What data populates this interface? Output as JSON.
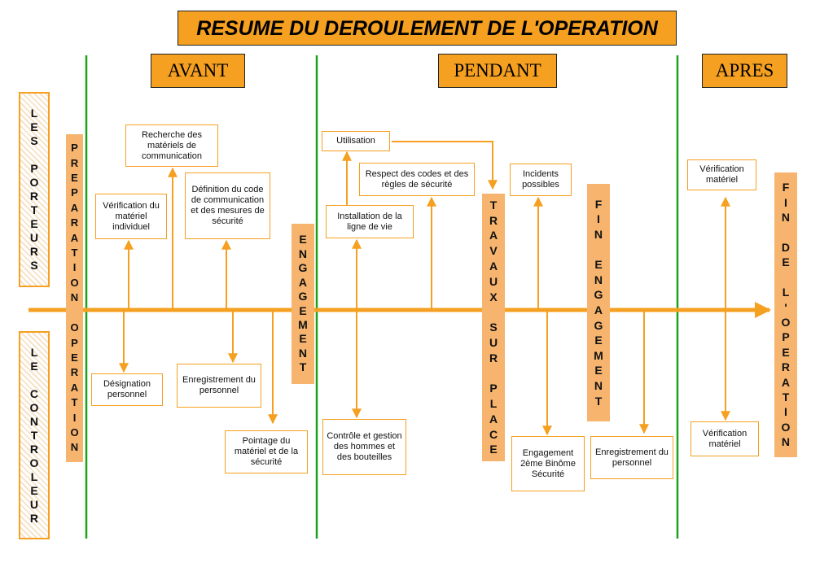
{
  "title": "RESUME DU DEROULEMENT DE L'OPERATION",
  "phases": {
    "avant": "AVANT",
    "pendant": "PENDANT",
    "apres": "APRES"
  },
  "left_labels": {
    "porteurs": "L\nE\nS\n\nP\nO\nR\nT\nE\nU\nR\nS",
    "controleur": "L\nE\n\nC\nO\nN\nT\nR\nO\nL\nE\nU\nR"
  },
  "bars": {
    "preparation": "P\nR\nE\nP\nA\nR\nA\nT\nI\nO\nN\n\nO\nP\nE\nR\nA\nT\nI\nO\nN",
    "engagement": "E\nN\nG\nA\nG\nE\nM\nE\nN\nT",
    "travaux": "T\nR\nA\nV\nA\nU\nX\n\nS\nU\nR\n\nP\nL\nA\nC\nE",
    "fin_engagement": "F\nI\nN\n\nE\nN\nG\nA\nG\nE\nM\nE\nN\nT",
    "fin_operation": "F\nI\nN\n\nD\nE\n\nL\n'\nO\nP\nE\nR\nA\nT\nI\nO\nN"
  },
  "boxes": {
    "recherche": "Recherche des matériels de communication",
    "verif_individuel": "Vérification du matériel individuel",
    "definition": "Définition du code de communication et des mesures de sécurité",
    "designation": "Désignation personnel",
    "enreg_avant": "Enregistrement du personnel",
    "pointage": "Pointage du matériel et de la sécurité",
    "utilisation": "Utilisation",
    "respect": "Respect des codes et des règles de sécurité",
    "installation": "Installation de la ligne de vie",
    "controle": "Contrôle et gestion des hommes et des bouteilles",
    "incidents": "Incidents possibles",
    "engagement2": "Engagement 2ème Binôme Sécurité",
    "enreg_pendant": "Enregistrement du personnel",
    "verif_materiel_haut": "Vérification matériel",
    "verif_materiel_bas": "Vérification matériel"
  },
  "colors": {
    "accent": "#f5a020",
    "bar": "#f6b46e",
    "divider": "#1aa31a"
  }
}
